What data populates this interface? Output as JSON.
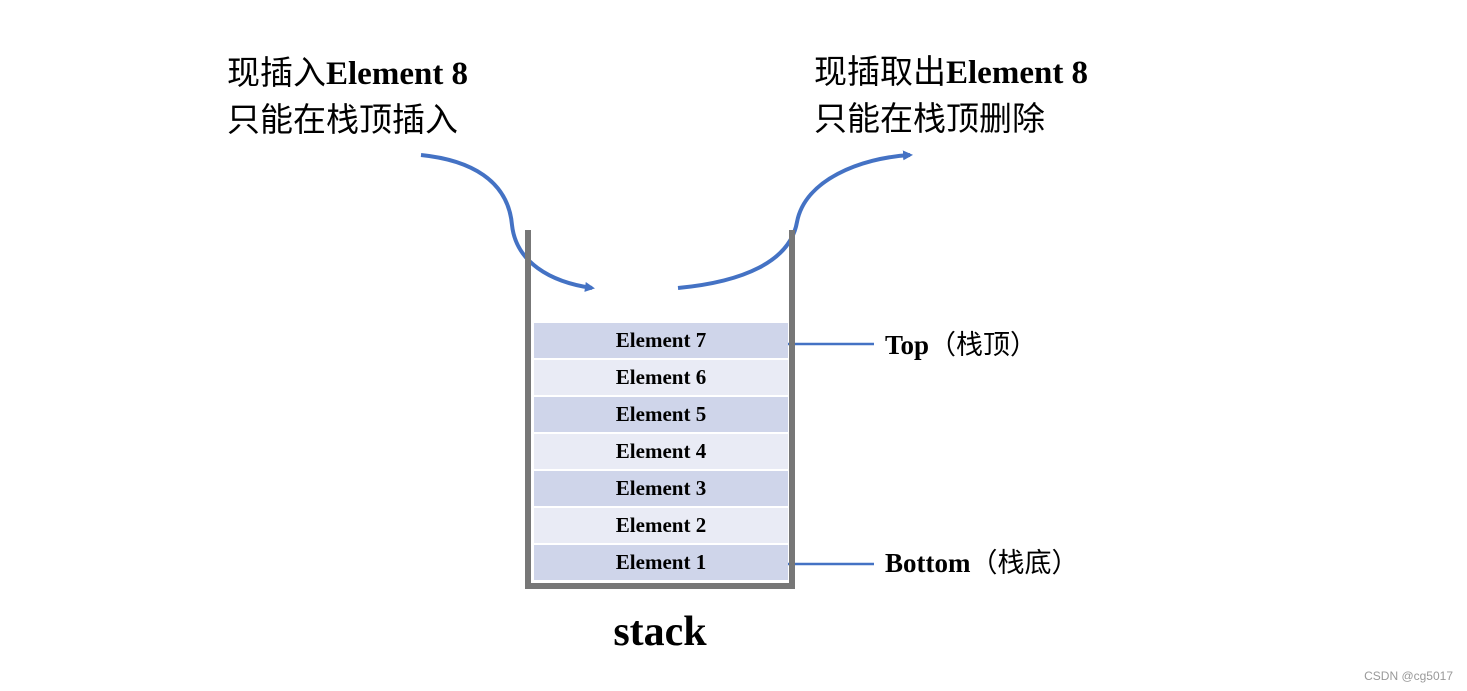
{
  "captions": {
    "insert": {
      "line1_cn": "现插入",
      "line1_en": "Element 8",
      "line2": "只能在栈顶插入"
    },
    "remove": {
      "line1_cn": "现插取出",
      "line1_en": "Element 8",
      "line2": "只能在栈顶删除"
    }
  },
  "stack": {
    "elements": [
      "Element 7",
      "Element 6",
      "Element 5",
      "Element 4",
      "Element 3",
      "Element 2",
      "Element 1"
    ],
    "title": "stack"
  },
  "pointers": {
    "top": {
      "en": "Top",
      "cn": "（栈顶）"
    },
    "bottom": {
      "en": "Bottom",
      "cn": "（栈底）"
    }
  },
  "watermark": "CSDN @cg5017",
  "colors": {
    "arrow": "#4472c4",
    "wall": "#777777",
    "cell_dark": "#cfd5ea",
    "cell_light": "#e9ebf5"
  }
}
